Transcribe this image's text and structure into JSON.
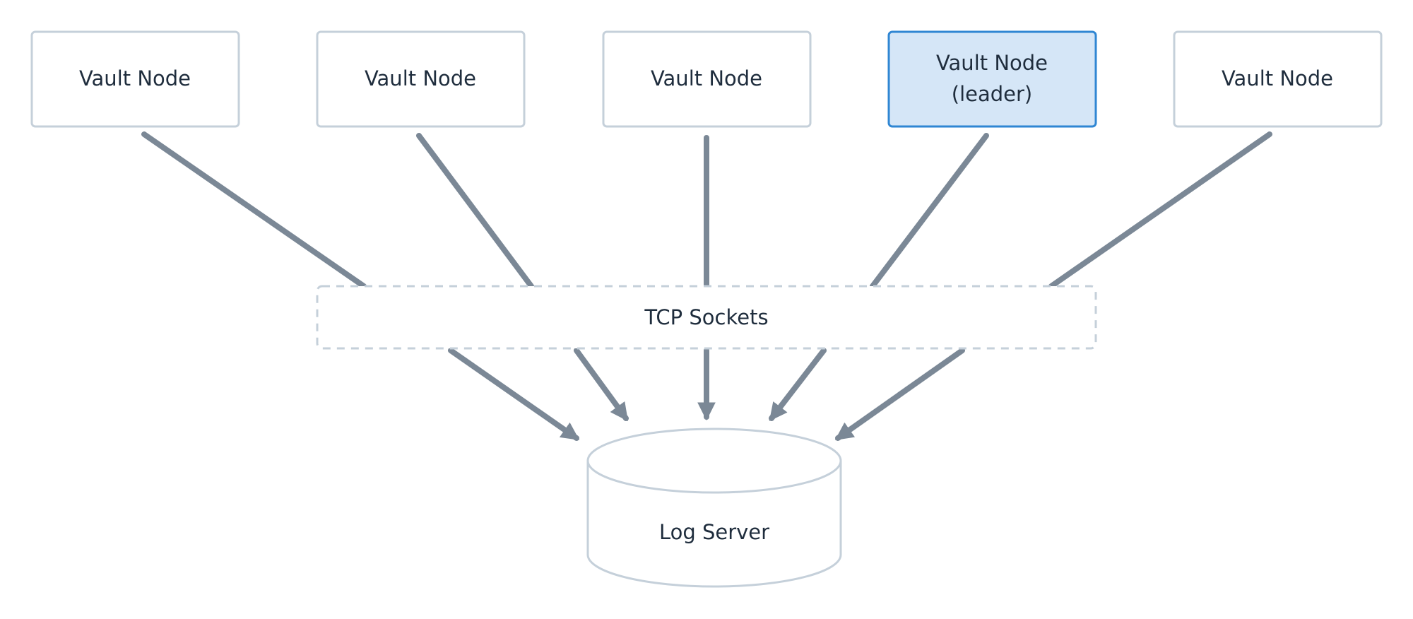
{
  "nodes": [
    {
      "label": "Vault Node",
      "sublabel": "",
      "leader": false
    },
    {
      "label": "Vault Node",
      "sublabel": "",
      "leader": false
    },
    {
      "label": "Vault Node",
      "sublabel": "",
      "leader": false
    },
    {
      "label": "Vault Node",
      "sublabel": "(leader)",
      "leader": true
    },
    {
      "label": "Vault Node",
      "sublabel": "",
      "leader": false
    }
  ],
  "sockets": {
    "label": "TCP Sockets"
  },
  "log_server": {
    "label": "Log Server"
  },
  "colors": {
    "node_border": "#c5d0da",
    "node_fill": "#ffffff",
    "leader_border": "#2f86d3",
    "leader_fill": "#d5e6f7",
    "arrow": "#7b8896",
    "dashed_border": "#c5d0da",
    "text": "#1f2d3d"
  }
}
